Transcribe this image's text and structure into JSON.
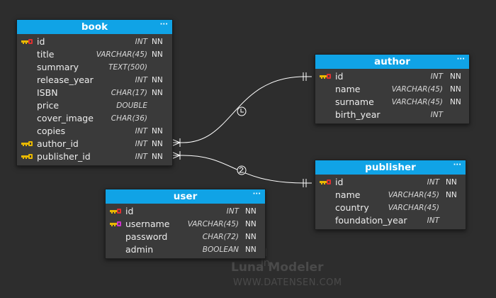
{
  "watermark": {
    "line1": "d in",
    "line2": "Luna Modeler",
    "line3": "WWW.DATENSEN.COM"
  },
  "menu_glyph": "···",
  "colors": {
    "header": "#10a3e6",
    "body": "#3a3a3a",
    "background": "#2d2d2d",
    "pk_key": "#e03030",
    "fk_key": "#e8b800",
    "ak_key": "#cc33cc"
  },
  "tables": [
    {
      "id": "book",
      "title": "book",
      "columns": [
        {
          "name": "id",
          "type": "INT",
          "nn": "NN",
          "key": "pk"
        },
        {
          "name": "title",
          "type": "VARCHAR(45)",
          "nn": "NN",
          "key": ""
        },
        {
          "name": "summary",
          "type": "TEXT(500)",
          "nn": "",
          "key": ""
        },
        {
          "name": "release_year",
          "type": "INT",
          "nn": "NN",
          "key": ""
        },
        {
          "name": "ISBN",
          "type": "CHAR(17)",
          "nn": "NN",
          "key": ""
        },
        {
          "name": "price",
          "type": "DOUBLE",
          "nn": "",
          "key": ""
        },
        {
          "name": "cover_image",
          "type": "CHAR(36)",
          "nn": "",
          "key": ""
        },
        {
          "name": "copies",
          "type": "INT",
          "nn": "NN",
          "key": ""
        },
        {
          "name": "author_id",
          "type": "INT",
          "nn": "NN",
          "key": "fk"
        },
        {
          "name": "publisher_id",
          "type": "INT",
          "nn": "NN",
          "key": "fk"
        }
      ]
    },
    {
      "id": "author",
      "title": "author",
      "columns": [
        {
          "name": "id",
          "type": "INT",
          "nn": "NN",
          "key": "pk"
        },
        {
          "name": "name",
          "type": "VARCHAR(45)",
          "nn": "NN",
          "key": ""
        },
        {
          "name": "surname",
          "type": "VARCHAR(45)",
          "nn": "NN",
          "key": ""
        },
        {
          "name": "birth_year",
          "type": "INT",
          "nn": "",
          "key": ""
        }
      ]
    },
    {
      "id": "publisher",
      "title": "publisher",
      "columns": [
        {
          "name": "id",
          "type": "INT",
          "nn": "NN",
          "key": "pk"
        },
        {
          "name": "name",
          "type": "VARCHAR(45)",
          "nn": "NN",
          "key": ""
        },
        {
          "name": "country",
          "type": "VARCHAR(45)",
          "nn": "",
          "key": ""
        },
        {
          "name": "foundation_year",
          "type": "INT",
          "nn": "",
          "key": ""
        }
      ]
    },
    {
      "id": "user",
      "title": "user",
      "columns": [
        {
          "name": "id",
          "type": "INT",
          "nn": "NN",
          "key": "pk"
        },
        {
          "name": "username",
          "type": "VARCHAR(45)",
          "nn": "NN",
          "key": "ak"
        },
        {
          "name": "password",
          "type": "CHAR(72)",
          "nn": "NN",
          "key": ""
        },
        {
          "name": "admin",
          "type": "BOOLEAN",
          "nn": "NN",
          "key": ""
        }
      ]
    }
  ],
  "relations": [
    {
      "from": "book.author_id",
      "to": "author.id",
      "cardinality": "one-to-many"
    },
    {
      "from": "book.publisher_id",
      "to": "publisher.id",
      "cardinality": "one-to-many"
    }
  ]
}
